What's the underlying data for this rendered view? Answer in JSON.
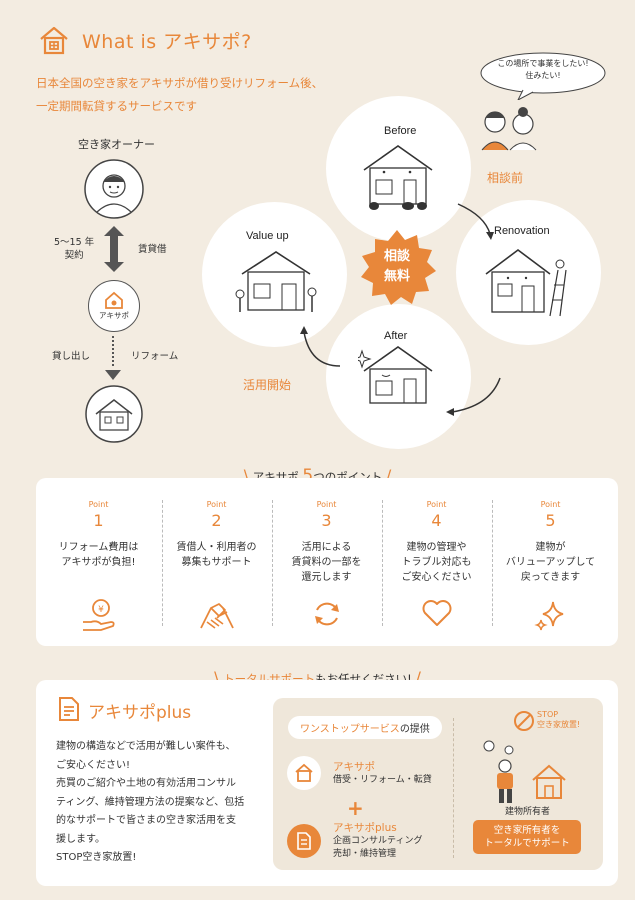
{
  "header": {
    "title": "What is アキサポ?",
    "intro_line1": "日本全国の空き家をアキサポが借り受けリフォーム後、",
    "intro_line2": "一定期間転貸するサービスです"
  },
  "flow": {
    "owner_label": "空き家オーナー",
    "contract_term_line1": "5〜15 年",
    "contract_term_line2": "契約",
    "lease_label": "賃貸借",
    "akisapo_label": "アキサポ",
    "sublet_label": "貸し出し",
    "reform_label": "リフォーム"
  },
  "cycle": {
    "speech_line1": "この場所で事業をしたい!",
    "speech_line2": "住みたい!",
    "before_label": "Before",
    "before_caption": "相談前",
    "renovation_label": "Renovation",
    "after_label": "After",
    "valueup_label": "Value up",
    "valueup_caption": "活用開始",
    "badge_line1": "相談",
    "badge_line2": "無料"
  },
  "points": {
    "title_prefix": "アキサポ ",
    "title_num": "5",
    "title_suffix": "つのポイント",
    "items": [
      {
        "label": "Point",
        "num": "1",
        "line1": "リフォーム費用は",
        "line2": "アキサポが負担!",
        "line3": "",
        "icon": "hand-coin-icon"
      },
      {
        "label": "Point",
        "num": "2",
        "line1": "賃借人・利用者の",
        "line2": "募集もサポート",
        "line3": "",
        "icon": "handshake-icon"
      },
      {
        "label": "Point",
        "num": "3",
        "line1": "活用による",
        "line2": "賃貸料の一部を",
        "line3": "還元します",
        "icon": "refresh-icon"
      },
      {
        "label": "Point",
        "num": "4",
        "line1": "建物の管理や",
        "line2": "トラブル対応も",
        "line3": "ご安心ください",
        "icon": "heart-icon"
      },
      {
        "label": "Point",
        "num": "5",
        "line1": "建物が",
        "line2": "バリューアップして",
        "line3": "戻ってきます",
        "icon": "sparkle-icon"
      }
    ]
  },
  "total": {
    "title_a": "トータルサポート",
    "title_b": "もお任せください!",
    "plus_title": "アキサポplus",
    "desc_lines": [
      "建物の構造などで活用が難しい案件も、",
      "ご安心ください!",
      "売買のご紹介や土地の有効活用コンサル",
      "ティング、維持管理方法の提案など、包括",
      "的なサポートで皆さまの空き家活用を支",
      "援します。",
      "STOP空き家放置!"
    ],
    "tag_a": "ワンストップサービス",
    "tag_b": "の提供",
    "svc1_name": "アキサポ",
    "svc1_sub": "借受・リフォーム・転貸",
    "svc2_name": "アキサポplus",
    "svc2_sub1": "企画コンサルティング",
    "svc2_sub2": "売却・維持管理",
    "stop_line1": "STOP",
    "stop_line2": "空き家放置!",
    "owner_caption": "建物所有者",
    "btn_line1": "空き家所有者を",
    "btn_line2": "トータルでサポート"
  },
  "colors": {
    "accent": "#e8873a",
    "background": "#f3ece1",
    "panel": "#ffffff"
  }
}
